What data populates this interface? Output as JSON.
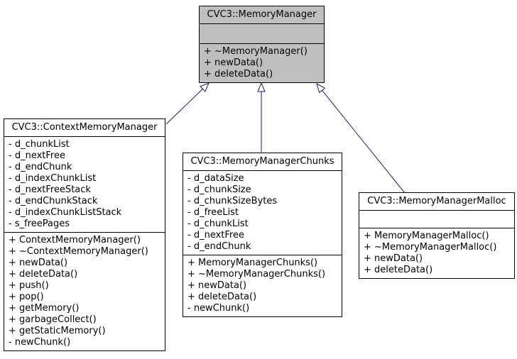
{
  "colors": {
    "background": "#ffffff",
    "border": "#000000",
    "text": "#000000",
    "arrow": "#191970",
    "base_class_fill": "#bfbfbf",
    "derived_class_fill": "#ffffff"
  },
  "classes": [
    {
      "title": "CVC3::MemoryManager",
      "attributes": [],
      "methods": [
        "+ ~MemoryManager()",
        "+ newData()",
        "+ deleteData()"
      ]
    },
    {
      "title": "CVC3::ContextMemoryManager",
      "attributes": [
        "- d_chunkList",
        "- d_nextFree",
        "- d_endChunk",
        "- d_indexChunkList",
        "- d_nextFreeStack",
        "- d_endChunkStack",
        "- d_indexChunkListStack",
        "- s_freePages"
      ],
      "methods": [
        "+ ContextMemoryManager()",
        "+ ~ContextMemoryManager()",
        "+ newData()",
        "+ deleteData()",
        "+ push()",
        "+ pop()",
        "+ getMemory()",
        "+ garbageCollect()",
        "+ getStaticMemory()",
        "- newChunk()"
      ]
    },
    {
      "title": "CVC3::MemoryManagerChunks",
      "attributes": [
        "- d_dataSize",
        "- d_chunkSize",
        "- d_chunkSizeBytes",
        "- d_freeList",
        "- d_chunkList",
        "- d_nextFree",
        "- d_endChunk"
      ],
      "methods": [
        "+ MemoryManagerChunks()",
        "+ ~MemoryManagerChunks()",
        "+ newData()",
        "+ deleteData()",
        "- newChunk()"
      ]
    },
    {
      "title": "CVC3::MemoryManagerMalloc",
      "attributes": [],
      "methods": [
        "+ MemoryManagerMalloc()",
        "+ ~MemoryManagerMalloc()",
        "+ newData()",
        "+ deleteData()"
      ]
    }
  ],
  "relationships": [
    {
      "type": "generalization",
      "from": "CVC3::ContextMemoryManager",
      "to": "CVC3::MemoryManager"
    },
    {
      "type": "generalization",
      "from": "CVC3::MemoryManagerChunks",
      "to": "CVC3::MemoryManager"
    },
    {
      "type": "generalization",
      "from": "CVC3::MemoryManagerMalloc",
      "to": "CVC3::MemoryManager"
    }
  ]
}
